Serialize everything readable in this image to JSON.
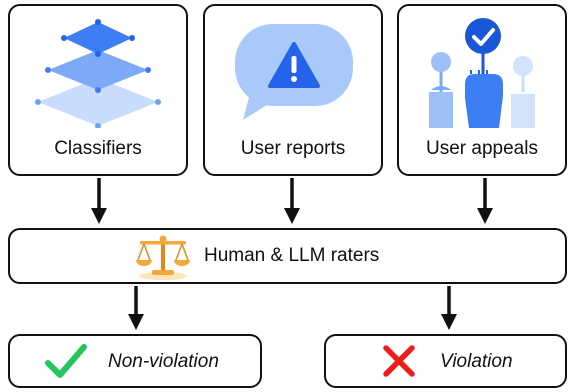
{
  "sources": [
    {
      "label": "Classifiers",
      "icon": "layered-diamonds-icon"
    },
    {
      "label": "User reports",
      "icon": "speech-bubble-warning-icon"
    },
    {
      "label": "User appeals",
      "icon": "raised-hands-checkmark-icon"
    }
  ],
  "raters": {
    "label": "Human & LLM raters",
    "icon": "scales-of-justice-icon"
  },
  "outcomes": [
    {
      "label": "Non-violation",
      "icon": "checkmark-icon",
      "color": "#22c55e"
    },
    {
      "label": "Violation",
      "icon": "cross-icon",
      "color": "#ef1c1c"
    }
  ],
  "colors": {
    "blue_dark": "#3d7ef5",
    "blue_mid": "#6fa0f7",
    "blue_light": "#b9d2fb",
    "gold": "#f2a93a",
    "border": "#111111"
  }
}
